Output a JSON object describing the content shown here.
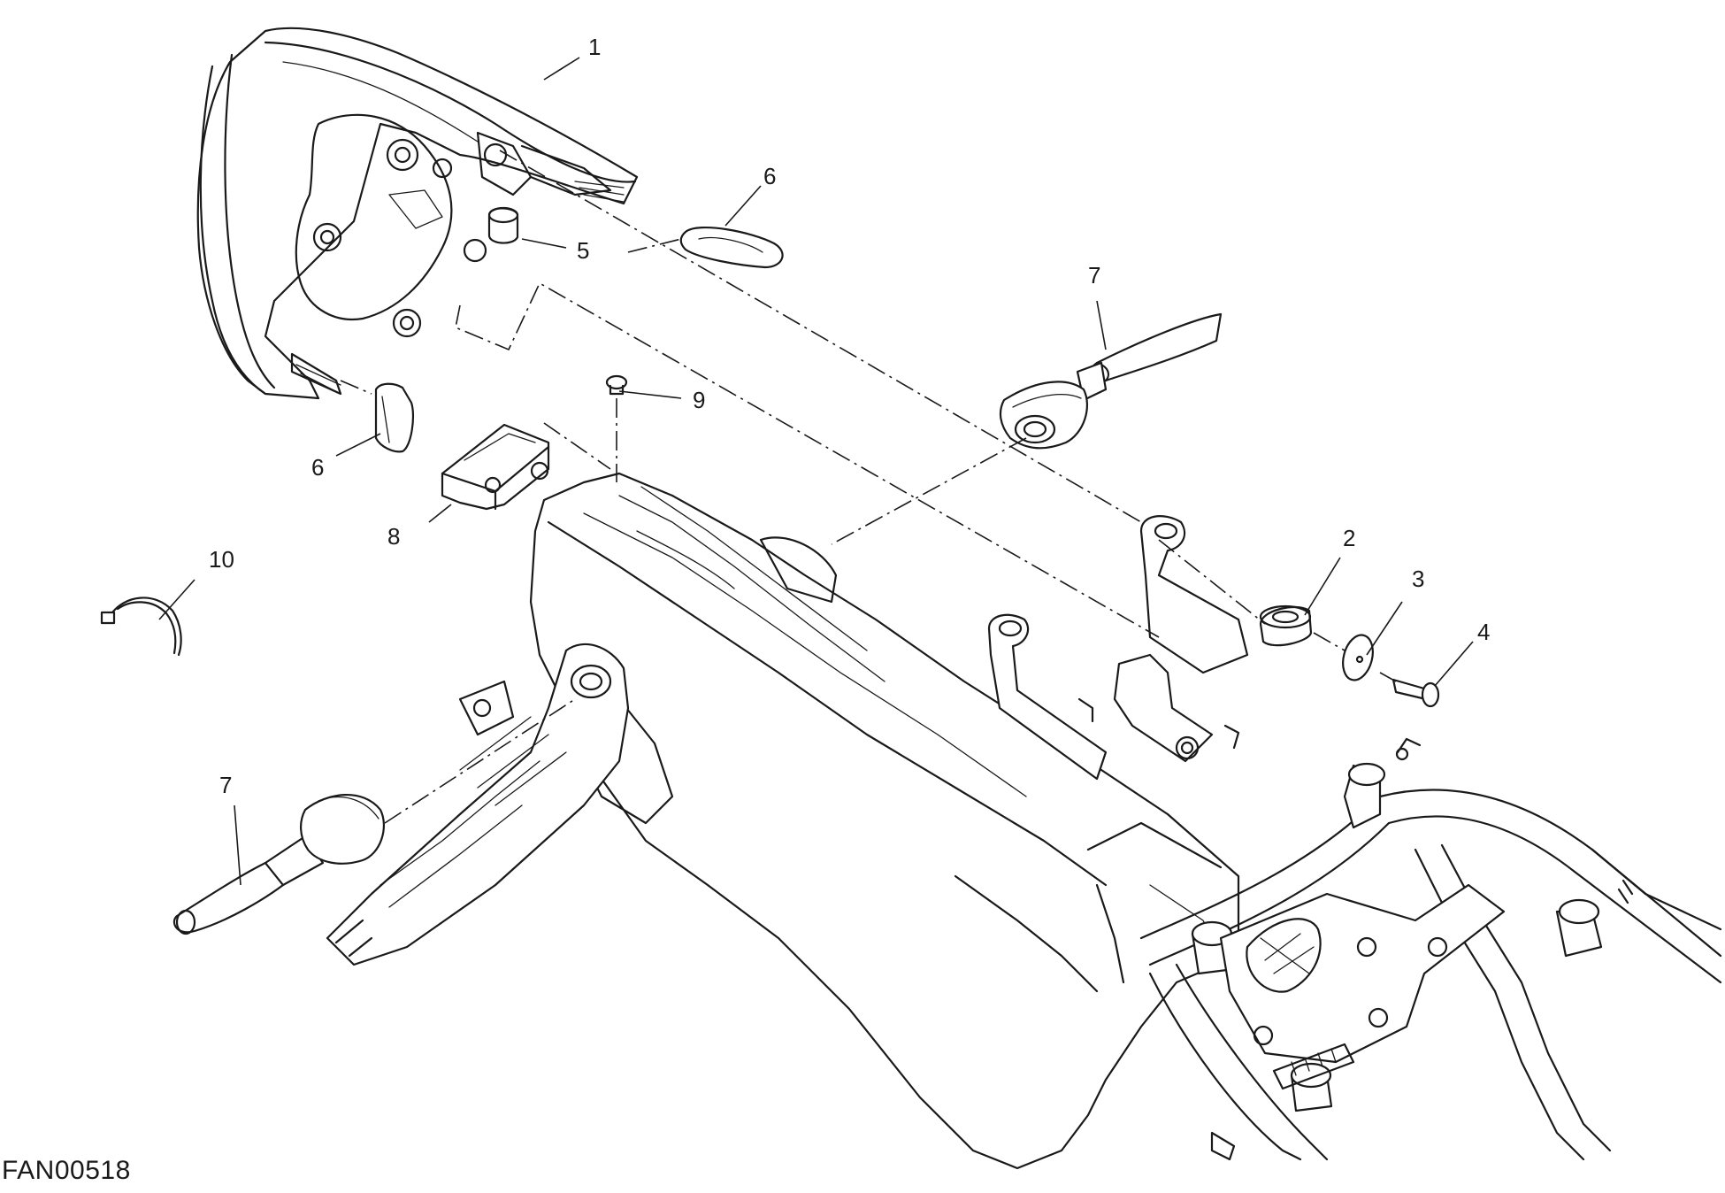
{
  "drawing_code": "FAN00518",
  "callouts": [
    "1",
    "2",
    "3",
    "4",
    "5",
    "6",
    "6",
    "7",
    "7",
    "8",
    "9",
    "10"
  ]
}
